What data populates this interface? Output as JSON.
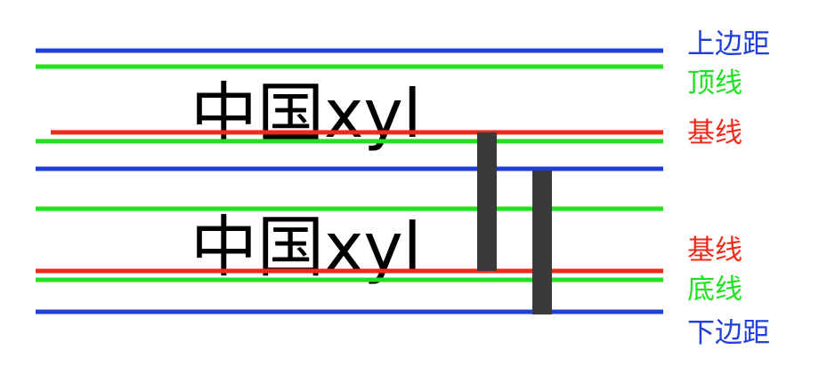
{
  "diagram": {
    "sample_text": "中国xyl",
    "labels": {
      "top_margin": "上边距",
      "top_line": "顶线",
      "baseline_1": "基线",
      "baseline_2": "基线",
      "bottom_line": "底线",
      "bottom_margin": "下边距"
    },
    "colors": {
      "blue": "#1f3fd8",
      "green": "#1fe11f",
      "red": "#ef2a1a",
      "text": "#000000",
      "bar": "#3a3a3a",
      "background": "#ffffff"
    }
  }
}
